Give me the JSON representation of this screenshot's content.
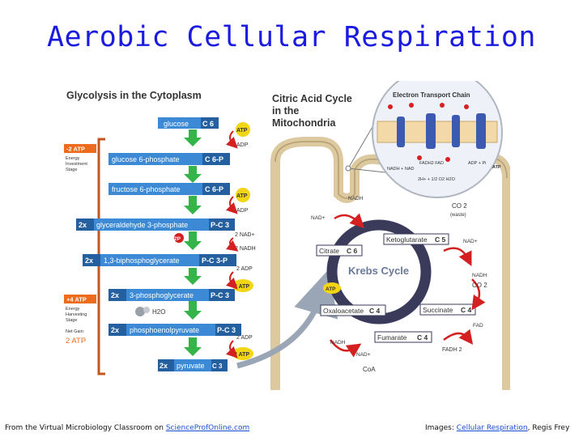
{
  "slide": {
    "title": "Aerobic Cellular Respiration"
  },
  "glycolysis": {
    "heading": "Glycolysis in the Cytoplasm",
    "steps": [
      {
        "name": "glucose",
        "carbon": "C 6"
      },
      {
        "name": "glucose 6-phosphate",
        "carbon": "C 6-P"
      },
      {
        "name": "fructose 6-phosphate",
        "carbon": "C 6-P"
      },
      {
        "name": "glyceraldehyde 3-phosphate",
        "carbon": "P-C 3",
        "mult": "2x"
      },
      {
        "name": "1,3-biphosphoglycerate",
        "carbon": "P-C 3-P",
        "mult": "2x"
      },
      {
        "name": "3-phosphoglycerate",
        "carbon": "P-C 3",
        "mult": "2x"
      },
      {
        "name": "phosphoenolpyruvate",
        "carbon": "P-C 3",
        "mult": "2x"
      },
      {
        "name": "pyruvate",
        "carbon": "C 3",
        "mult": "2x"
      }
    ],
    "investment_badge": "-2 ATP",
    "investment_label": [
      "Energy",
      "Investment",
      "Stage"
    ],
    "harvest_badge": "+4 ATP",
    "harvest_label": [
      "Energy",
      "Harvesting",
      "Stage"
    ],
    "net_gain_label": "Net Gain:",
    "net_gain_value": "2 ATP",
    "zp_label": "2P",
    "water_label": "H2O",
    "atp": "ATP",
    "two_atp": "2 ATP",
    "adp": "ADP",
    "two_adp": "2 ADP",
    "two_nad": "2 NAD+",
    "two_nadh": "2 NADH"
  },
  "krebs": {
    "heading": [
      "Citric Acid Cycle",
      "in the",
      "Mitochondria"
    ],
    "cycle_label": "Krebs Cycle",
    "citrate": "Citrate",
    "citrate_c": "C 6",
    "ketoglutarate": "Ketoglutarate",
    "ketoglutarate_c": "C 5",
    "succinate": "Succinate",
    "succinate_c": "C 4",
    "fumarate": "Fumarate",
    "fumarate_c": "C 4",
    "oxaloacetate": "Oxaloacetate",
    "oxaloacetate_c": "C 4",
    "nadh": "NADH",
    "nad": "NAD+",
    "co2": "CO 2",
    "co2_note": "(waste)",
    "atp": "ATP",
    "fad": "FAD",
    "fadh2": "FADH 2",
    "coa": "CoA"
  },
  "etc": {
    "heading": "Electron Transport Chain",
    "nadh_nad": "NADH + NAD",
    "fadh2_fad": "FADH2  FAD",
    "adp_pi": "ADP + Pi",
    "atp": "ATP",
    "water": "2H+ + 1/2 O2   H2O"
  },
  "footer": {
    "left_prefix": "From the  Virtual Microbiology Classroom on ",
    "left_link": "ScienceProfOnline.com",
    "right_prefix": "Images: ",
    "right_link": "Cellular Respiration",
    "right_suffix": ", Regis Frey"
  },
  "colors": {
    "title": "#1a1ae0",
    "step_box": "#3c8ad6",
    "step_dark": "#24609f",
    "green_arrow": "#35b44a",
    "atp_yellow": "#f2d515",
    "badge_orange": "#ee6a1c",
    "bracket": "#c2561e",
    "krebs_dark": "#3a3a5a",
    "mito_tan": "#dcc9a0",
    "red_arrow": "#d42020"
  }
}
